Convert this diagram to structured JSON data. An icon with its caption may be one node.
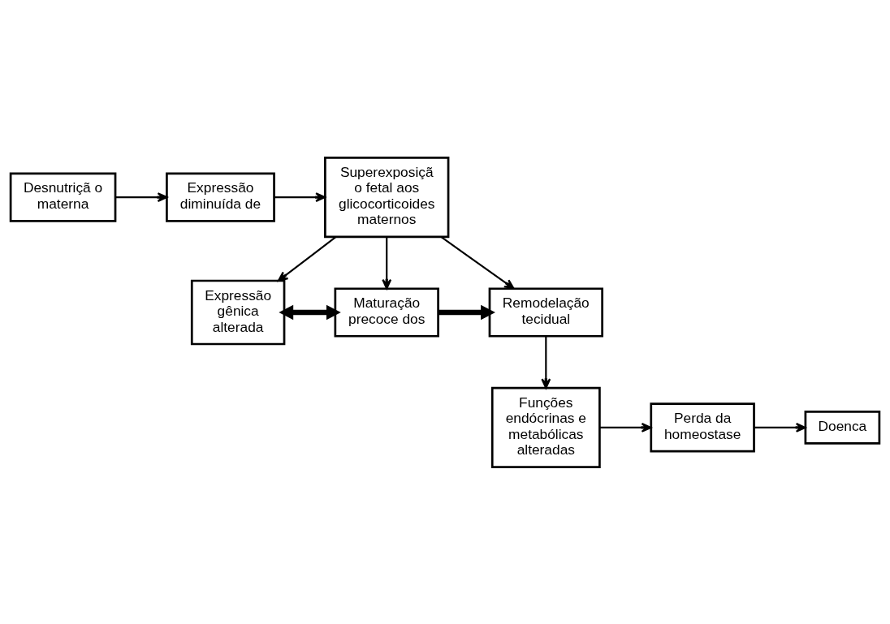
{
  "diagram": {
    "nodes": [
      {
        "text": [
          "Desnutriçã o materna"
        ]
      },
      {
        "text": [
          "Expressão diminuída de"
        ]
      },
      {
        "text": [
          "Superexposiçã o fetal aos glicocorticoides maternos"
        ]
      },
      {
        "text": [
          "Expressão gênica alterada"
        ]
      },
      {
        "text": [
          "Maturação precoce dos"
        ]
      },
      {
        "text": [
          "Remodelação tecidual"
        ]
      },
      {
        "text": [
          "Funções endócrinas e metabólicas alteradas"
        ]
      },
      {
        "text": [
          "Perda da homeostase"
        ]
      },
      {
        "text": [
          "Doenca"
        ]
      }
    ],
    "edges": [
      {
        "from": 0,
        "to": 1,
        "arrow": "to"
      },
      {
        "from": 1,
        "to": 2,
        "arrow": "to"
      },
      {
        "from": 2,
        "to": 3,
        "arrow": "to"
      },
      {
        "from": 2,
        "to": 4,
        "arrow": "to"
      },
      {
        "from": 2,
        "to": 5,
        "arrow": "to"
      },
      {
        "from": 3,
        "to": 4,
        "arrow": "both",
        "style": "thick"
      },
      {
        "from": 4,
        "to": 5,
        "arrow": "to",
        "style": "thick"
      },
      {
        "from": 5,
        "to": 6,
        "arrow": "to"
      },
      {
        "from": 6,
        "to": 7,
        "arrow": "to"
      },
      {
        "from": 7,
        "to": 8,
        "arrow": "to"
      }
    ]
  }
}
